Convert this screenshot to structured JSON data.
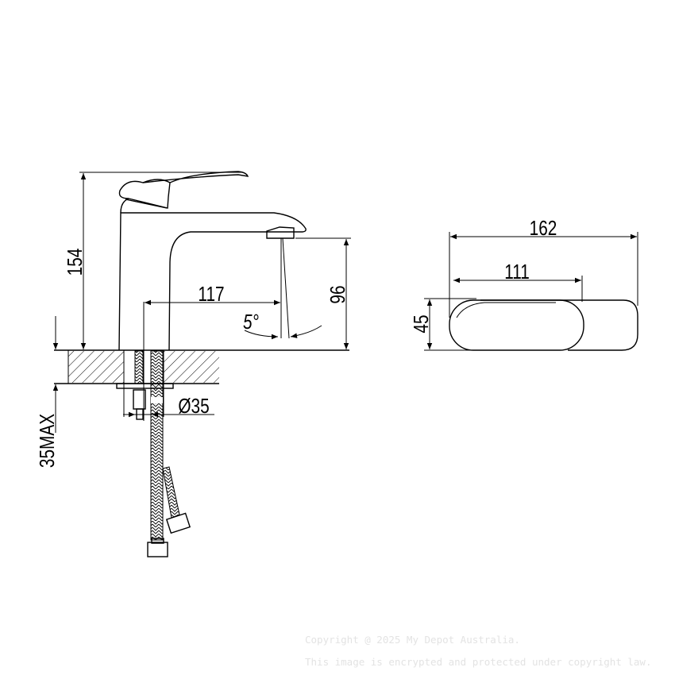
{
  "dimensions": {
    "total_height": "154",
    "spout_reach": "117",
    "spout_height": "96",
    "spray_angle": "5°",
    "mounting_hole": "Ø35",
    "max_counter_thickness": "35MAX",
    "top_length": "162",
    "handle_length": "111",
    "top_width": "45"
  },
  "watermark": {
    "line1": "Copyright @ 2025 My Depot Australia.",
    "line2": "This image is encrypted and protected under copyright law."
  }
}
